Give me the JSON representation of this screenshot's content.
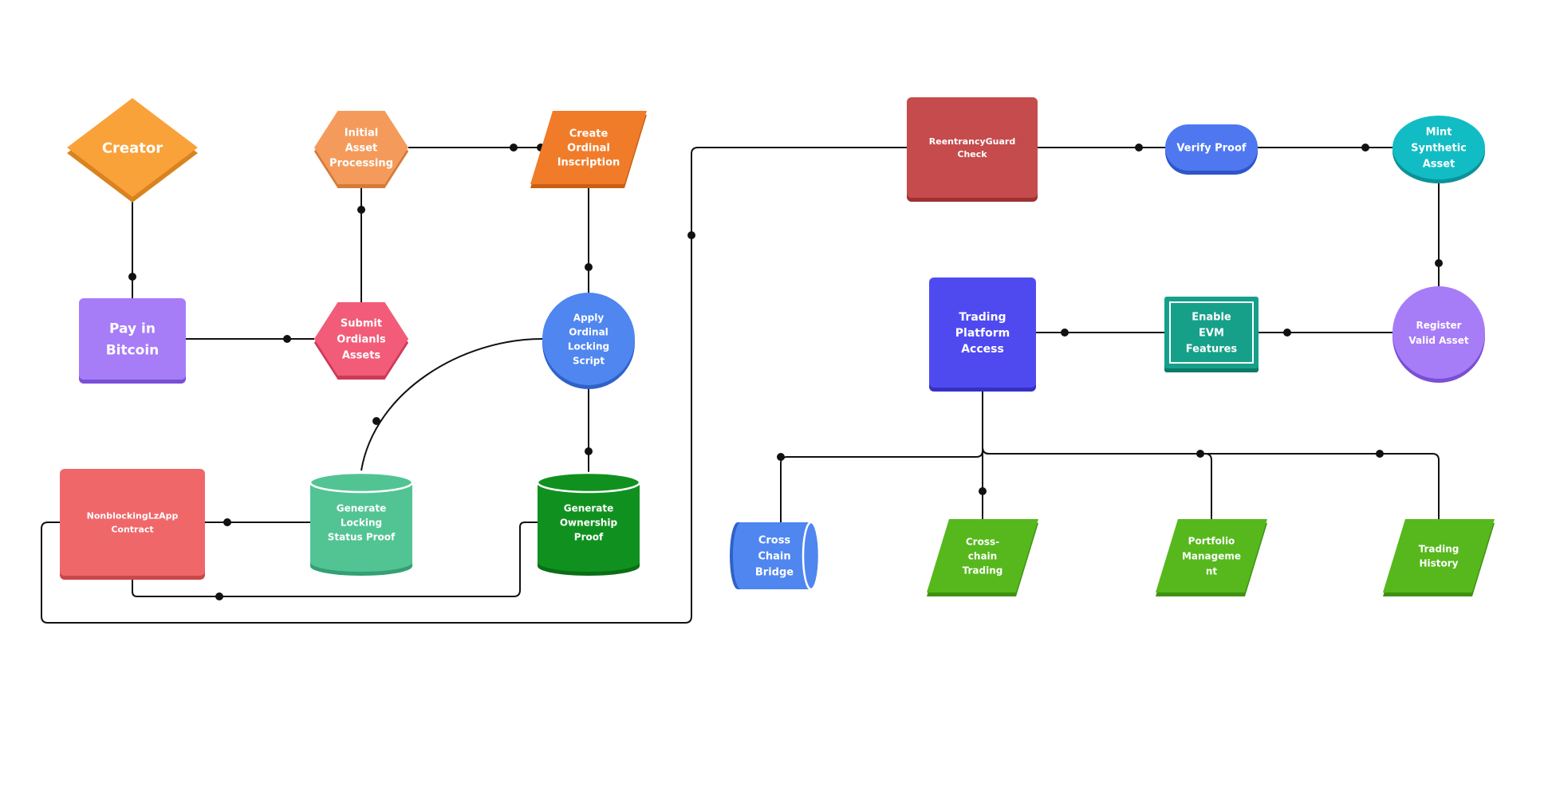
{
  "nodes": {
    "creator": {
      "label": "Creator",
      "color": "#F9A23A",
      "shade": "#D9831F"
    },
    "pay_in_bitcoin": {
      "label": "Pay in\nBitcoin",
      "color": "#A77CF7",
      "shade": "#7A4FD6"
    },
    "initial_asset_processing": {
      "label": "Initial\nAsset\nProcessing",
      "color": "#F49B5C",
      "shade": "#D67A3A"
    },
    "submit_ordinals_assets": {
      "label": "Submit\nOrdianls\nAssets",
      "color": "#F25C78",
      "shade": "#CC3A57"
    },
    "create_ordinal_inscription": {
      "label": "Create\nOrdinal\nInscription",
      "color": "#F07C2A",
      "shade": "#C95F14"
    },
    "apply_ordinal_locking_script": {
      "label": "Apply\nOrdinal\nLocking\nScript",
      "color": "#4F86F0",
      "shade": "#2F62C9"
    },
    "generate_locking_status_proof": {
      "label": "Generate\nLocking\nStatus Proof",
      "color": "#52C494",
      "shade": "#33A074"
    },
    "generate_ownership_proof": {
      "label": "Generate\nOwnership\nProof",
      "color": "#10911F",
      "shade": "#0A6E16"
    },
    "nonblocking_lzapp_contract": {
      "label": "NonblockingLzApp\nContract",
      "color": "#F0676A",
      "shade": "#C94749"
    },
    "reentrancy_guard_check": {
      "label": "ReentrancyGuard\nCheck",
      "color": "#C64B4C",
      "shade": "#9E3233"
    },
    "verify_proof": {
      "label": "Verify Proof",
      "color": "#4F78F0",
      "shade": "#2F55C9"
    },
    "mint_synthetic_asset": {
      "label": "Mint\nSynthetic\nAsset",
      "color": "#12BCC4",
      "shade": "#0A9299"
    },
    "register_valid_asset": {
      "label": "Register\nValid Asset",
      "color": "#A77CF7",
      "shade": "#7A4FD6"
    },
    "enable_evm_features": {
      "label": "Enable\nEVM\nFeatures",
      "color": "#16A08A",
      "shade": "#0C7A69"
    },
    "trading_platform_access": {
      "label": "Trading\nPlatform\nAccess",
      "color": "#4F4AF0",
      "shade": "#3530C4"
    },
    "cross_chain_bridge": {
      "label": "Cross\nChain\nBridge",
      "color": "#4F86F0",
      "shade": "#2F62C9"
    },
    "cross_chain_trading": {
      "label": "Cross-\nchain\nTrading",
      "color": "#56B81C",
      "shade": "#3E9210"
    },
    "portfolio_management": {
      "label": "Portfolio\nManageme\nnt",
      "color": "#56B81C",
      "shade": "#3E9210"
    },
    "trading_history": {
      "label": "Trading\nHistory",
      "color": "#56B81C",
      "shade": "#3E9210"
    }
  },
  "edges": [
    {
      "from": "creator",
      "to": "pay_in_bitcoin"
    },
    {
      "from": "pay_in_bitcoin",
      "to": "submit_ordinals_assets"
    },
    {
      "from": "submit_ordinals_assets",
      "to": "initial_asset_processing"
    },
    {
      "from": "initial_asset_processing",
      "to": "create_ordinal_inscription"
    },
    {
      "from": "create_ordinal_inscription",
      "to": "apply_ordinal_locking_script"
    },
    {
      "from": "apply_ordinal_locking_script",
      "to": "generate_locking_status_proof"
    },
    {
      "from": "apply_ordinal_locking_script",
      "to": "generate_ownership_proof"
    },
    {
      "from": "generate_locking_status_proof",
      "to": "nonblocking_lzapp_contract"
    },
    {
      "from": "generate_ownership_proof",
      "to": "nonblocking_lzapp_contract"
    },
    {
      "from": "nonblocking_lzapp_contract",
      "to": "reentrancy_guard_check"
    },
    {
      "from": "reentrancy_guard_check",
      "to": "verify_proof"
    },
    {
      "from": "verify_proof",
      "to": "mint_synthetic_asset"
    },
    {
      "from": "mint_synthetic_asset",
      "to": "register_valid_asset"
    },
    {
      "from": "register_valid_asset",
      "to": "enable_evm_features"
    },
    {
      "from": "enable_evm_features",
      "to": "trading_platform_access"
    },
    {
      "from": "trading_platform_access",
      "to": "cross_chain_bridge"
    },
    {
      "from": "trading_platform_access",
      "to": "cross_chain_trading"
    },
    {
      "from": "trading_platform_access",
      "to": "portfolio_management"
    },
    {
      "from": "trading_platform_access",
      "to": "trading_history"
    }
  ]
}
